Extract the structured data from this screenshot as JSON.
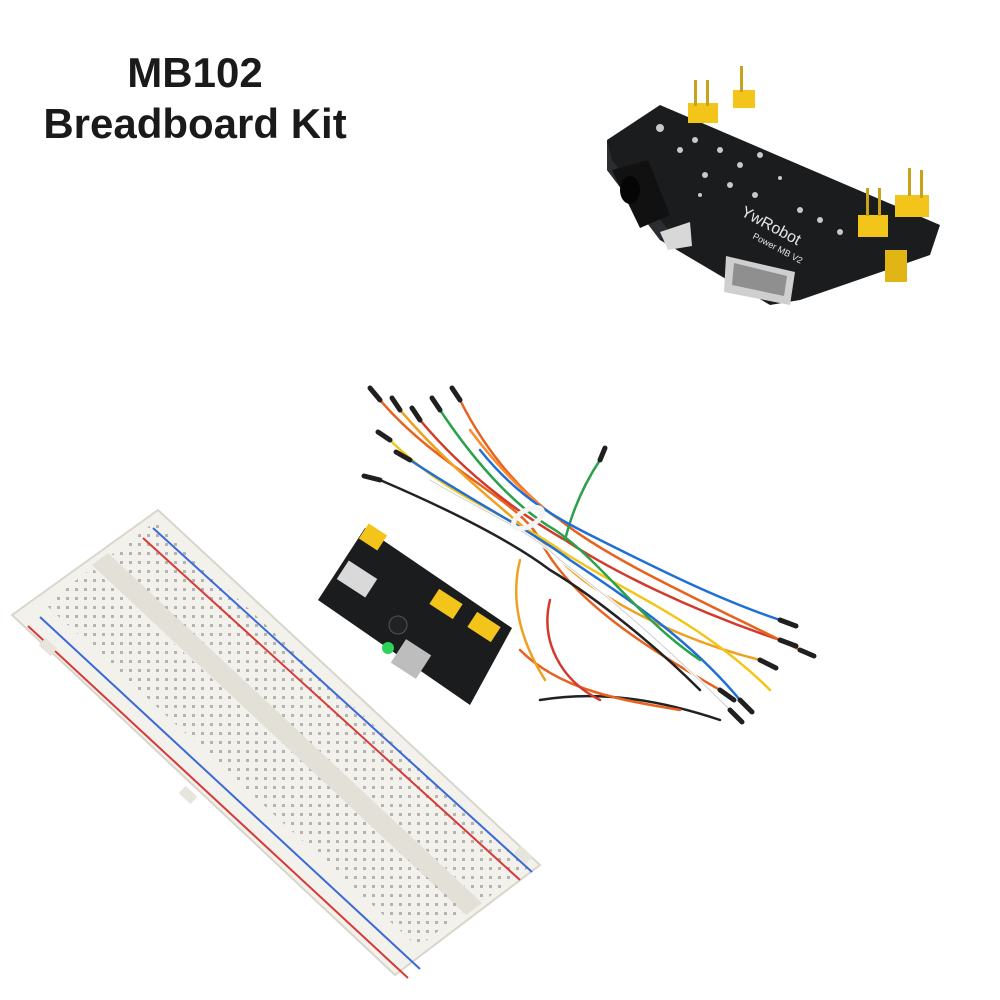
{
  "heading": {
    "line1": "MB102",
    "line2": "Breadboard Kit"
  },
  "module_print": {
    "brand": "YwRobot",
    "model": "Power MB V2"
  },
  "colors": {
    "pcb": "#1b1c1e",
    "header": "#f3c51a",
    "breadboard": "#f3f1ec",
    "rail_red": "#d63a3a",
    "rail_blue": "#3a6ad6"
  }
}
